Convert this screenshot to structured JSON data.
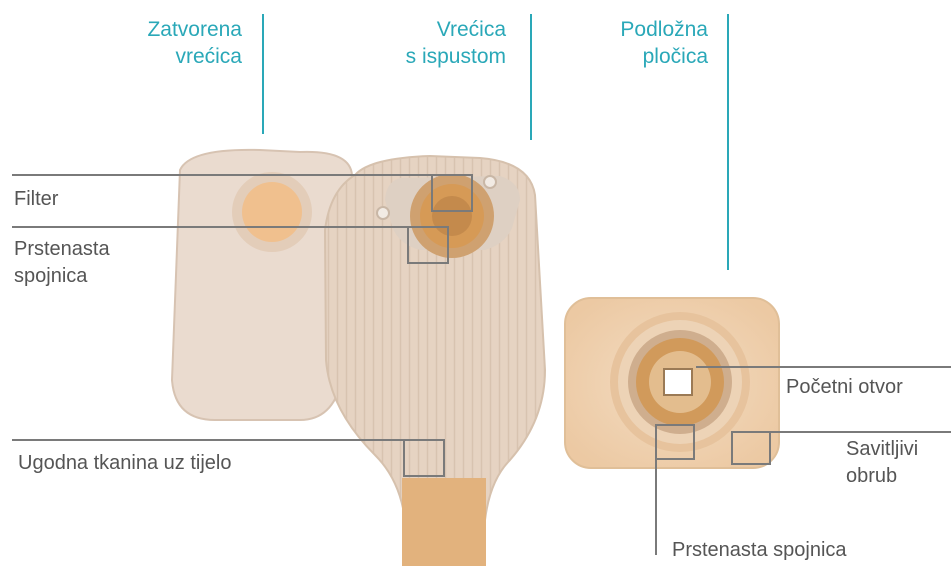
{
  "headings": {
    "closed_pouch": [
      "Zatvorena",
      "vrećica"
    ],
    "drainable_pouch": [
      "Vrećica",
      "s ispustom"
    ],
    "base_plate": [
      "Podložna",
      "pločica"
    ]
  },
  "labels": {
    "filter": "Filter",
    "ring_connector_left": [
      "Prstenasta",
      "spojnica"
    ],
    "comfort_fabric": "Ugodna tkanina uz tijelo",
    "starter_hole": "Početni otvor",
    "flexible_rim": [
      "Savitljivi",
      "obrub"
    ],
    "ring_connector_bottom": "Prstenasta spojnica"
  },
  "colors": {
    "heading": "#2aa8b8",
    "label": "#555555",
    "leader_line": "#7a7a7a",
    "pouch": "#e9d7c8",
    "flange": "#d69a56"
  }
}
